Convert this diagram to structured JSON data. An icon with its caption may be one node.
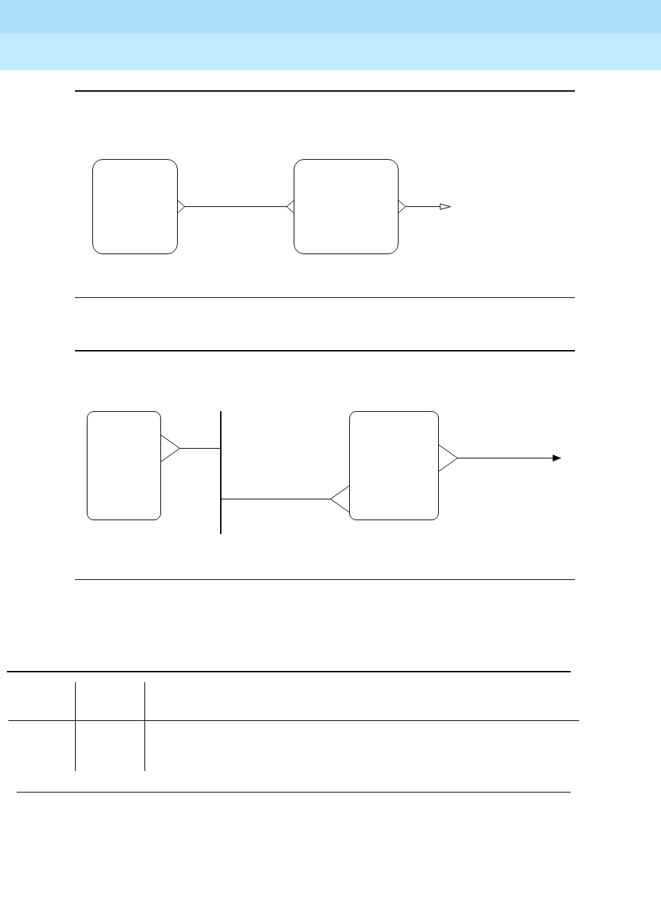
{
  "diagram": {
    "nodes": [
      {
        "text": [],
        "shape": "box"
      },
      {
        "text": [],
        "shape": "box"
      },
      {
        "text": [],
        "shape": "box"
      },
      {
        "text": [],
        "shape": "bar"
      },
      {
        "text": [],
        "shape": "box"
      }
    ],
    "edges": [
      {
        "from": 0,
        "to": 1,
        "arrow": "other"
      },
      {
        "from": 1,
        "to": null,
        "arrow": "to"
      },
      {
        "from": 2,
        "to": 3,
        "arrow": "other"
      },
      {
        "from": 3,
        "to": 4,
        "arrow": "other"
      },
      {
        "from": 4,
        "to": null,
        "arrow": "to"
      }
    ]
  }
}
